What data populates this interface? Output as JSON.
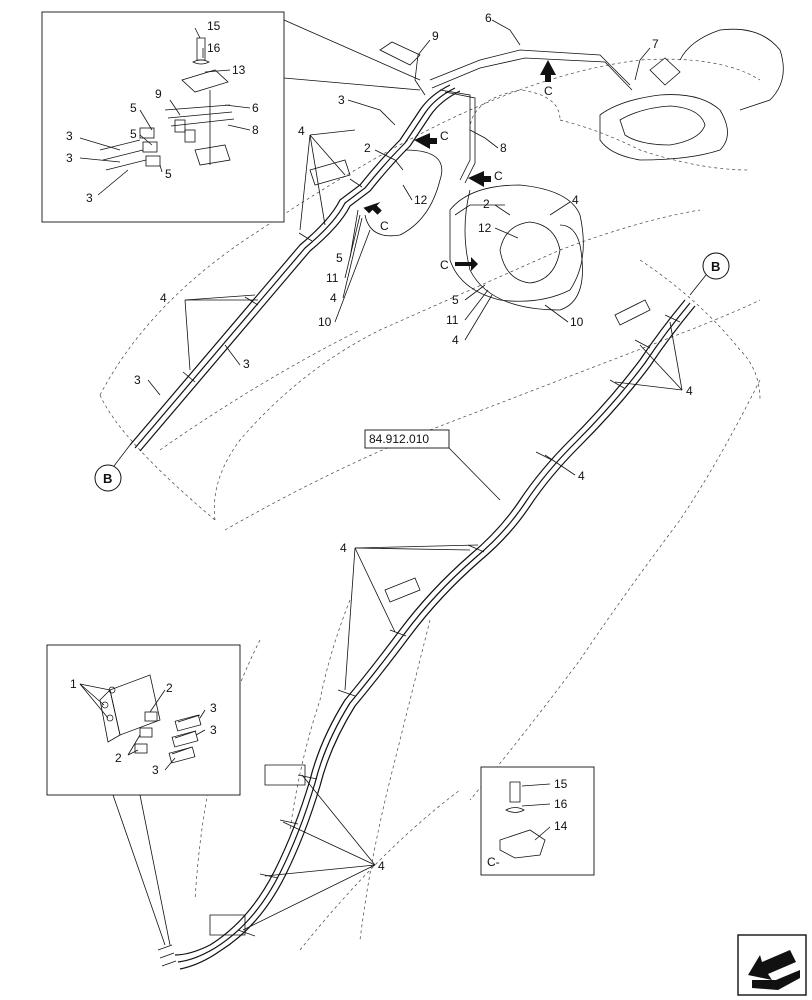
{
  "reference_box": "84.912.010",
  "view_letters": {
    "b_top": "B",
    "b_bottom": "B",
    "c_label": "C",
    "c_view_caption": "C-"
  },
  "labels": {
    "n1": "1",
    "n2": "2",
    "n3": "3",
    "n4": "4",
    "n5": "5",
    "n6": "6",
    "n7": "7",
    "n8": "8",
    "n9": "9",
    "n10": "10",
    "n11": "11",
    "n12": "12",
    "n13": "13",
    "n14": "14",
    "n15": "15",
    "n16": "16"
  },
  "icons": {
    "nav": "arrow-icon"
  }
}
